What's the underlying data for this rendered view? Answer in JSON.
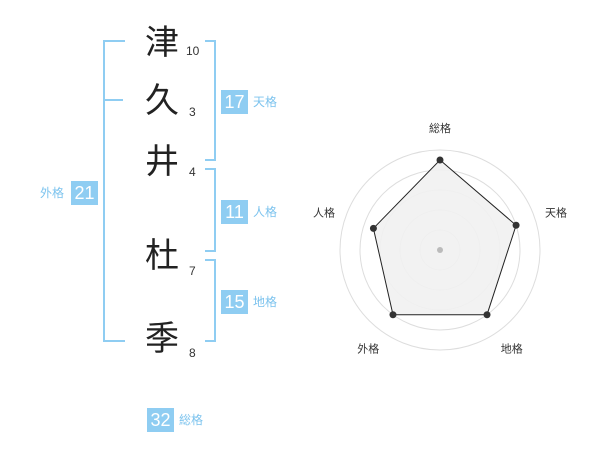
{
  "name": {
    "chars": [
      {
        "char": "津",
        "strokes": "10"
      },
      {
        "char": "久",
        "strokes": "3"
      },
      {
        "char": "井",
        "strokes": "4"
      },
      {
        "char": "杜",
        "strokes": "7"
      },
      {
        "char": "季",
        "strokes": "8"
      }
    ]
  },
  "fortune": {
    "tenkaku": {
      "value": "17",
      "label": "天格"
    },
    "jinkaku": {
      "value": "11",
      "label": "人格"
    },
    "chikaku": {
      "value": "15",
      "label": "地格"
    },
    "gaikaku": {
      "value": "21",
      "label": "外格"
    },
    "soukaku": {
      "value": "32",
      "label": "総格"
    }
  },
  "colors": {
    "accent": "#8fcdf2",
    "accent_text": "#7cc3ee",
    "radar_fill": "#f1f1f1",
    "radar_stroke": "#222222"
  },
  "chart_data": {
    "type": "radar",
    "axes": [
      "総格",
      "天格",
      "地格",
      "外格",
      "人格"
    ],
    "values": [
      4.5,
      4,
      4,
      4,
      3.5
    ],
    "max": 5
  }
}
